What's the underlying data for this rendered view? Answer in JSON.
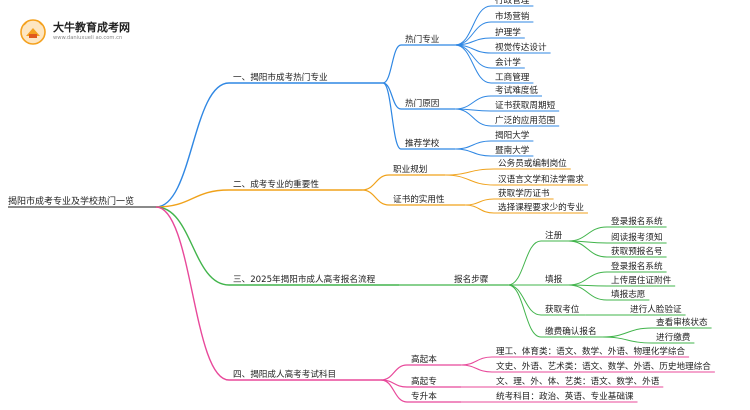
{
  "logo": {
    "title": "大牛教育成考网",
    "url": "www.daniuxueli ao.com.cn"
  },
  "colors": {
    "blue": "#2f87e3",
    "orange": "#f0a21b",
    "green": "#41b44b",
    "pink": "#e8489a"
  },
  "mindmap": {
    "root": "揭阳市成考专业及学校热门一览",
    "branches": [
      {
        "label": "一、揭阳市成考热门专业",
        "children": [
          {
            "label": "热门专业",
            "children": [
              "行政管理",
              "市场营销",
              "护理学",
              "视觉传达设计",
              "会计学",
              "工商管理"
            ]
          },
          {
            "label": "热门原因",
            "children": [
              "考试难度低",
              "证书获取周期短",
              "广泛的应用范围"
            ]
          },
          {
            "label": "推荐学校",
            "children": [
              "揭阳大学",
              "暨南大学"
            ]
          }
        ]
      },
      {
        "label": "二、成考专业的重要性",
        "children": [
          {
            "label": "职业规划",
            "children": [
              "公务员或编制岗位",
              "汉语言文学和法学需求"
            ]
          },
          {
            "label": "证书的实用性",
            "children": [
              "获取学历证书",
              "选择课程要求少的专业"
            ]
          }
        ]
      },
      {
        "label": "三、2025年揭阳市成人高考报名流程",
        "children": [
          {
            "label": "报名步骤",
            "children": [
              {
                "label": "注册",
                "children": [
                  "登录报名系统",
                  "阅读报考须知",
                  "获取预报名号"
                ]
              },
              {
                "label": "填报",
                "children": [
                  "登录报名系统",
                  "上传居住证附件",
                  "填报志愿"
                ]
              },
              {
                "label": "获取考位",
                "children": [
                  "进行人脸验证"
                ]
              },
              {
                "label": "缴费确认报名",
                "children": [
                  "查看审核状态",
                  "进行缴费"
                ]
              }
            ]
          }
        ]
      },
      {
        "label": "四、揭阳成人高考考试科目",
        "children": [
          {
            "label": "高起本",
            "children": [
              "理工、体育类：语文、数学、外语、物理化学综合",
              "文史、外语、艺术类：语文、数学、外语、历史地理综合"
            ]
          },
          {
            "label": "高起专",
            "children": [
              "文、理、外、体、艺类：语文、数学、外语"
            ]
          },
          {
            "label": "专升本",
            "children": [
              "统考科目：政治、英语、专业基础课"
            ]
          }
        ]
      }
    ]
  }
}
